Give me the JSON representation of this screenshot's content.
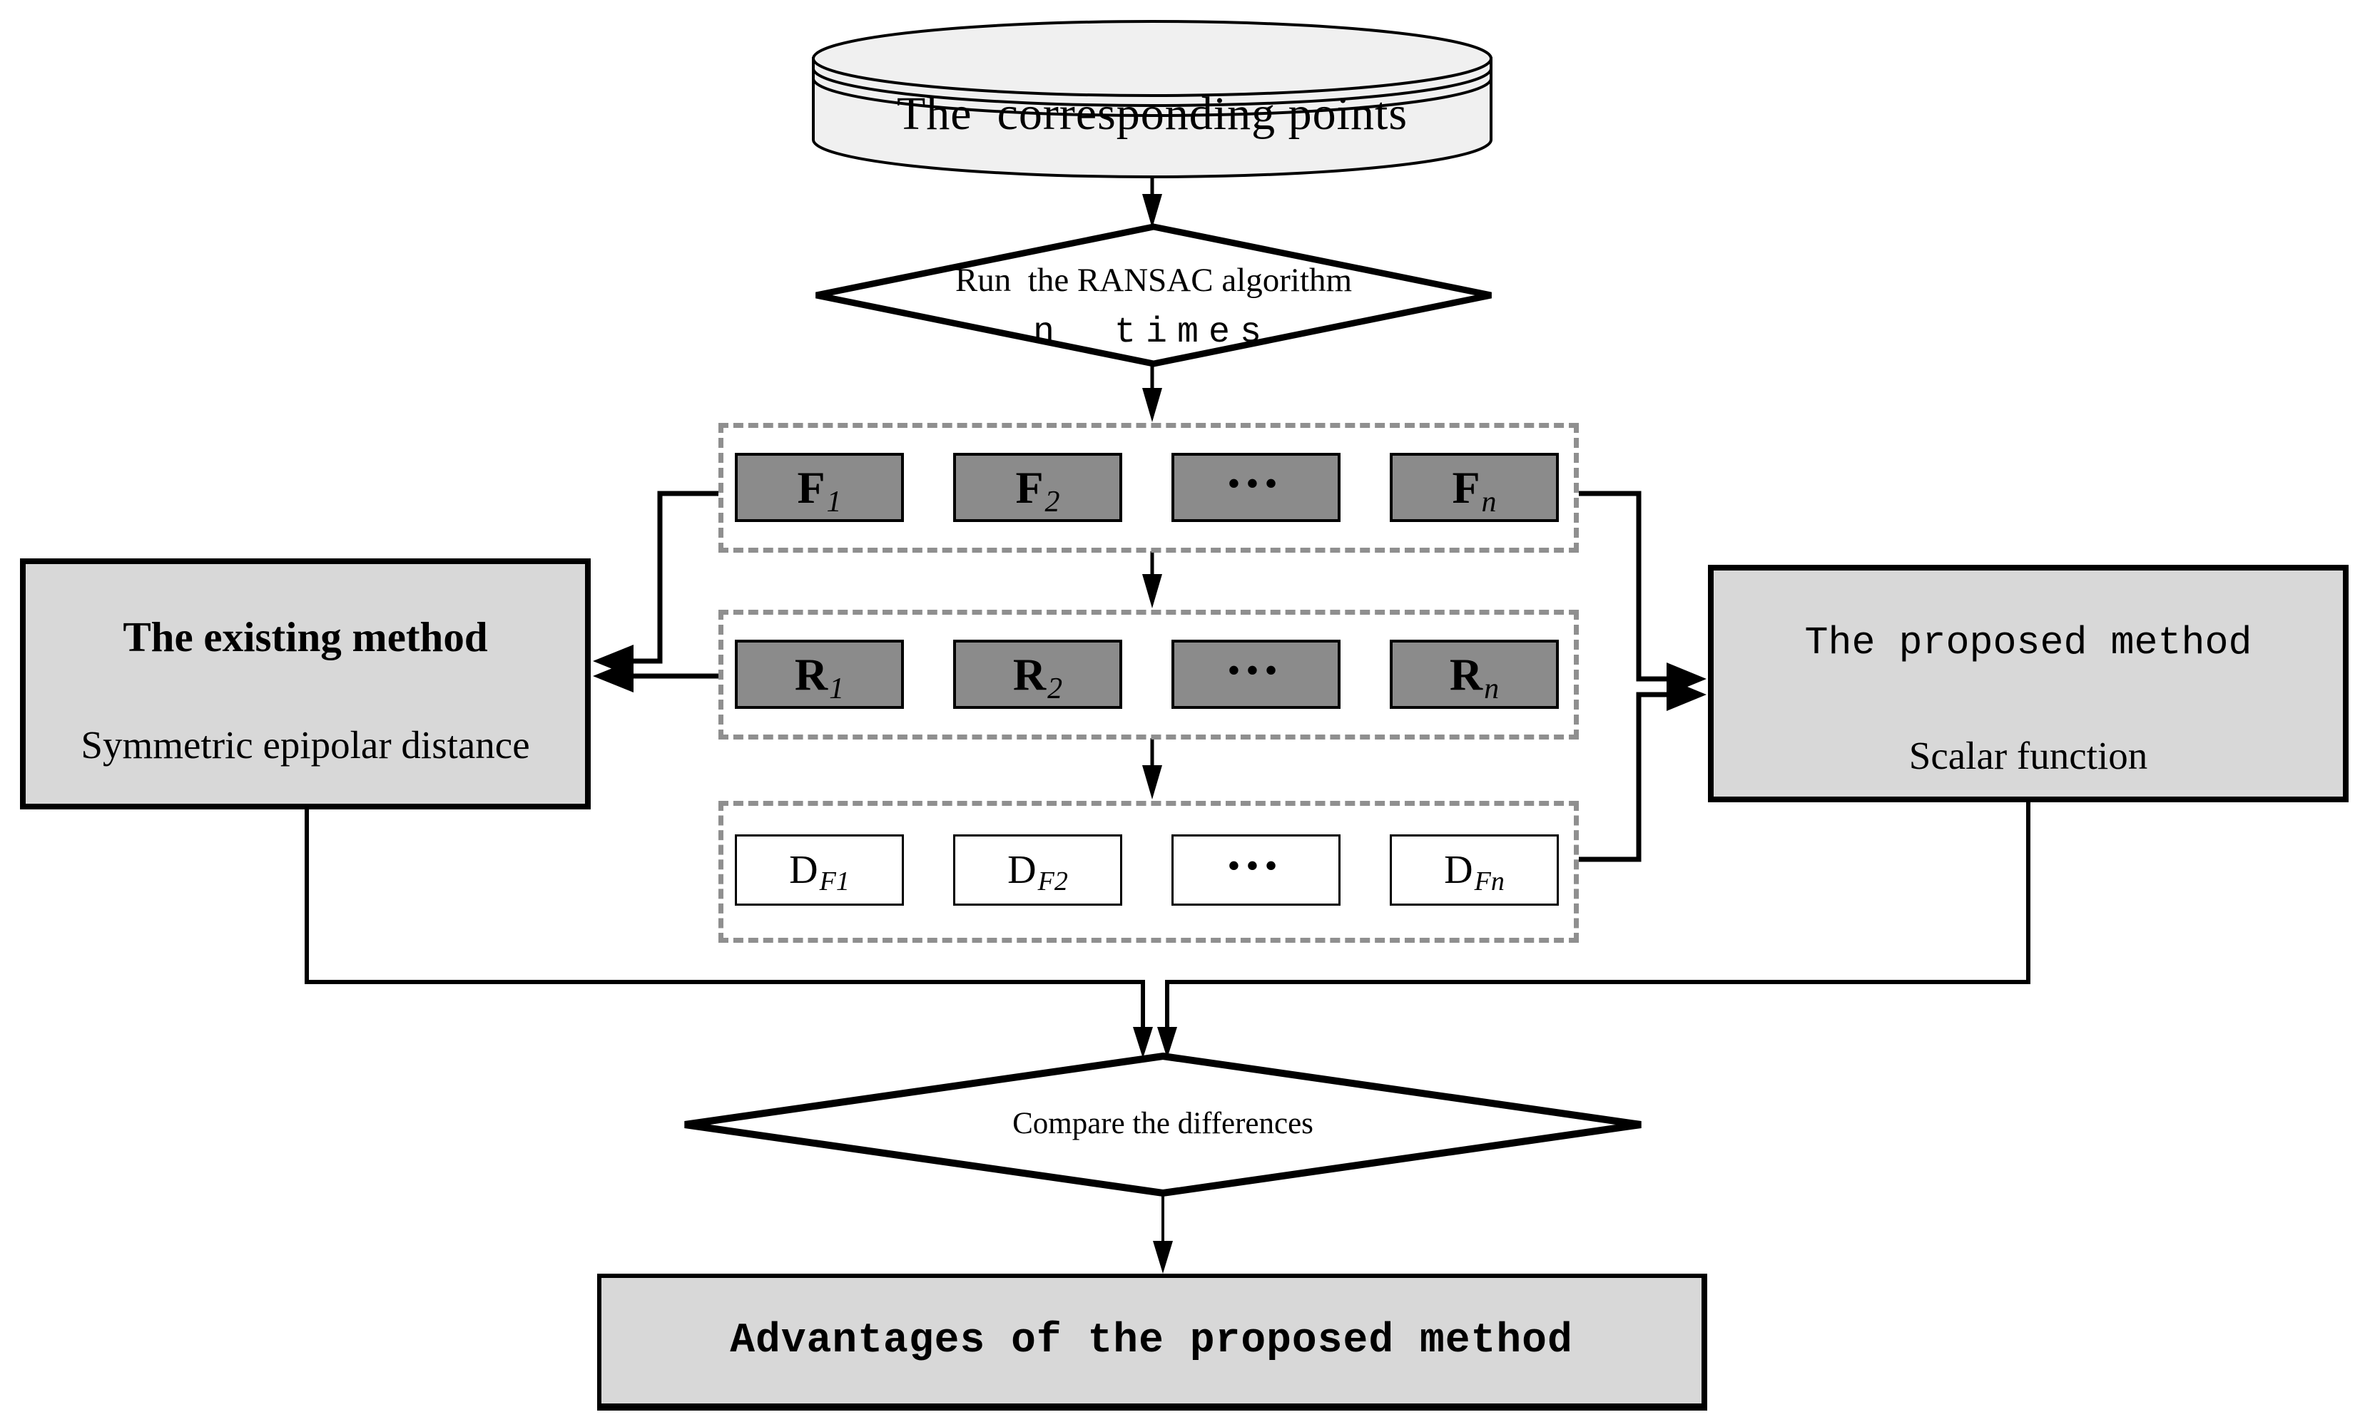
{
  "diagram": {
    "cylinder": {
      "label": "The  corresponding points"
    },
    "ransac_diamond": {
      "line1": "Run  the RANSAC algorithm",
      "line2": "n times"
    },
    "rows": {
      "f": {
        "items": [
          {
            "main": "F",
            "sub": "1"
          },
          {
            "main": "F",
            "sub": "2"
          },
          {
            "main": "•••",
            "sub": ""
          },
          {
            "main": "F",
            "sub": "n"
          }
        ]
      },
      "r": {
        "items": [
          {
            "main": "R",
            "sub": "1"
          },
          {
            "main": "R",
            "sub": "2"
          },
          {
            "main": "•••",
            "sub": ""
          },
          {
            "main": "R",
            "sub": "n"
          }
        ]
      },
      "d": {
        "items": [
          {
            "main": "D",
            "sub": "F1"
          },
          {
            "main": "D",
            "sub": "F2"
          },
          {
            "main": "•••",
            "sub": ""
          },
          {
            "main": "D",
            "sub": "Fn"
          }
        ]
      }
    },
    "existing_method": {
      "title": "The existing method",
      "subtitle": "Symmetric epipolar distance"
    },
    "proposed_method": {
      "title": "The proposed method",
      "subtitle": "Scalar function"
    },
    "compare_diamond": {
      "label": "Compare the differences"
    },
    "result_box": {
      "label": "Advantages of the proposed method"
    },
    "colors": {
      "box_gray": "#8b8b8b",
      "panel_gray": "#d8d8d8",
      "dash_gray": "#8f8f8f",
      "cylinder_fill": "#f0f0f0",
      "line_black": "#000000"
    }
  }
}
